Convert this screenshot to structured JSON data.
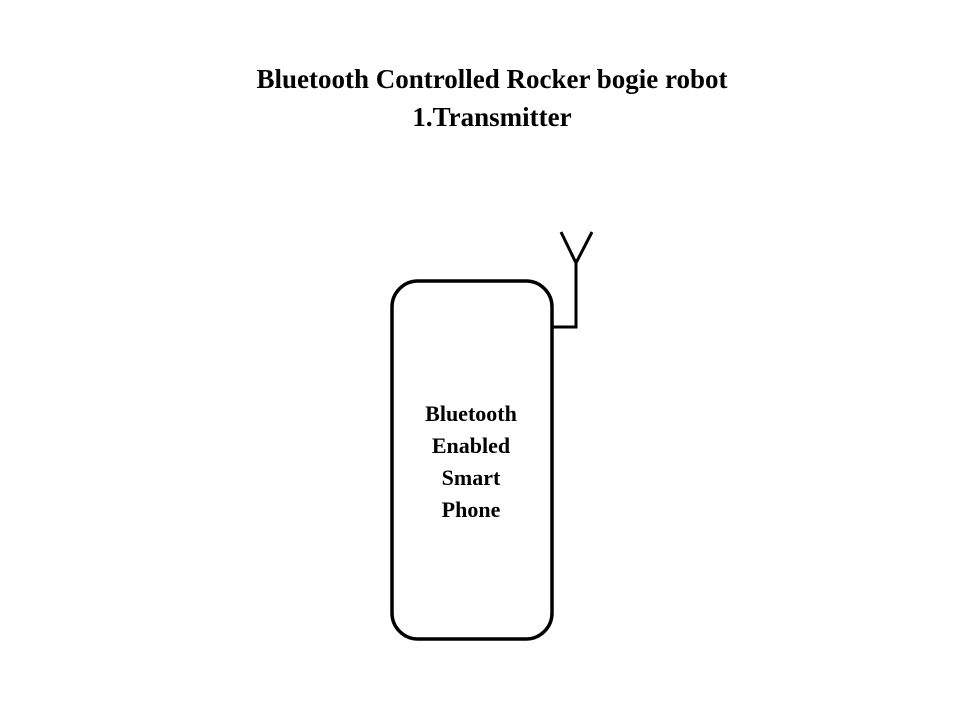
{
  "title": {
    "line1": "Bluetooth Controlled Rocker bogie robot",
    "line2": "1.Transmitter"
  },
  "phone": {
    "label_lines": [
      "Bluetooth",
      "Enabled",
      "Smart",
      "Phone"
    ]
  }
}
